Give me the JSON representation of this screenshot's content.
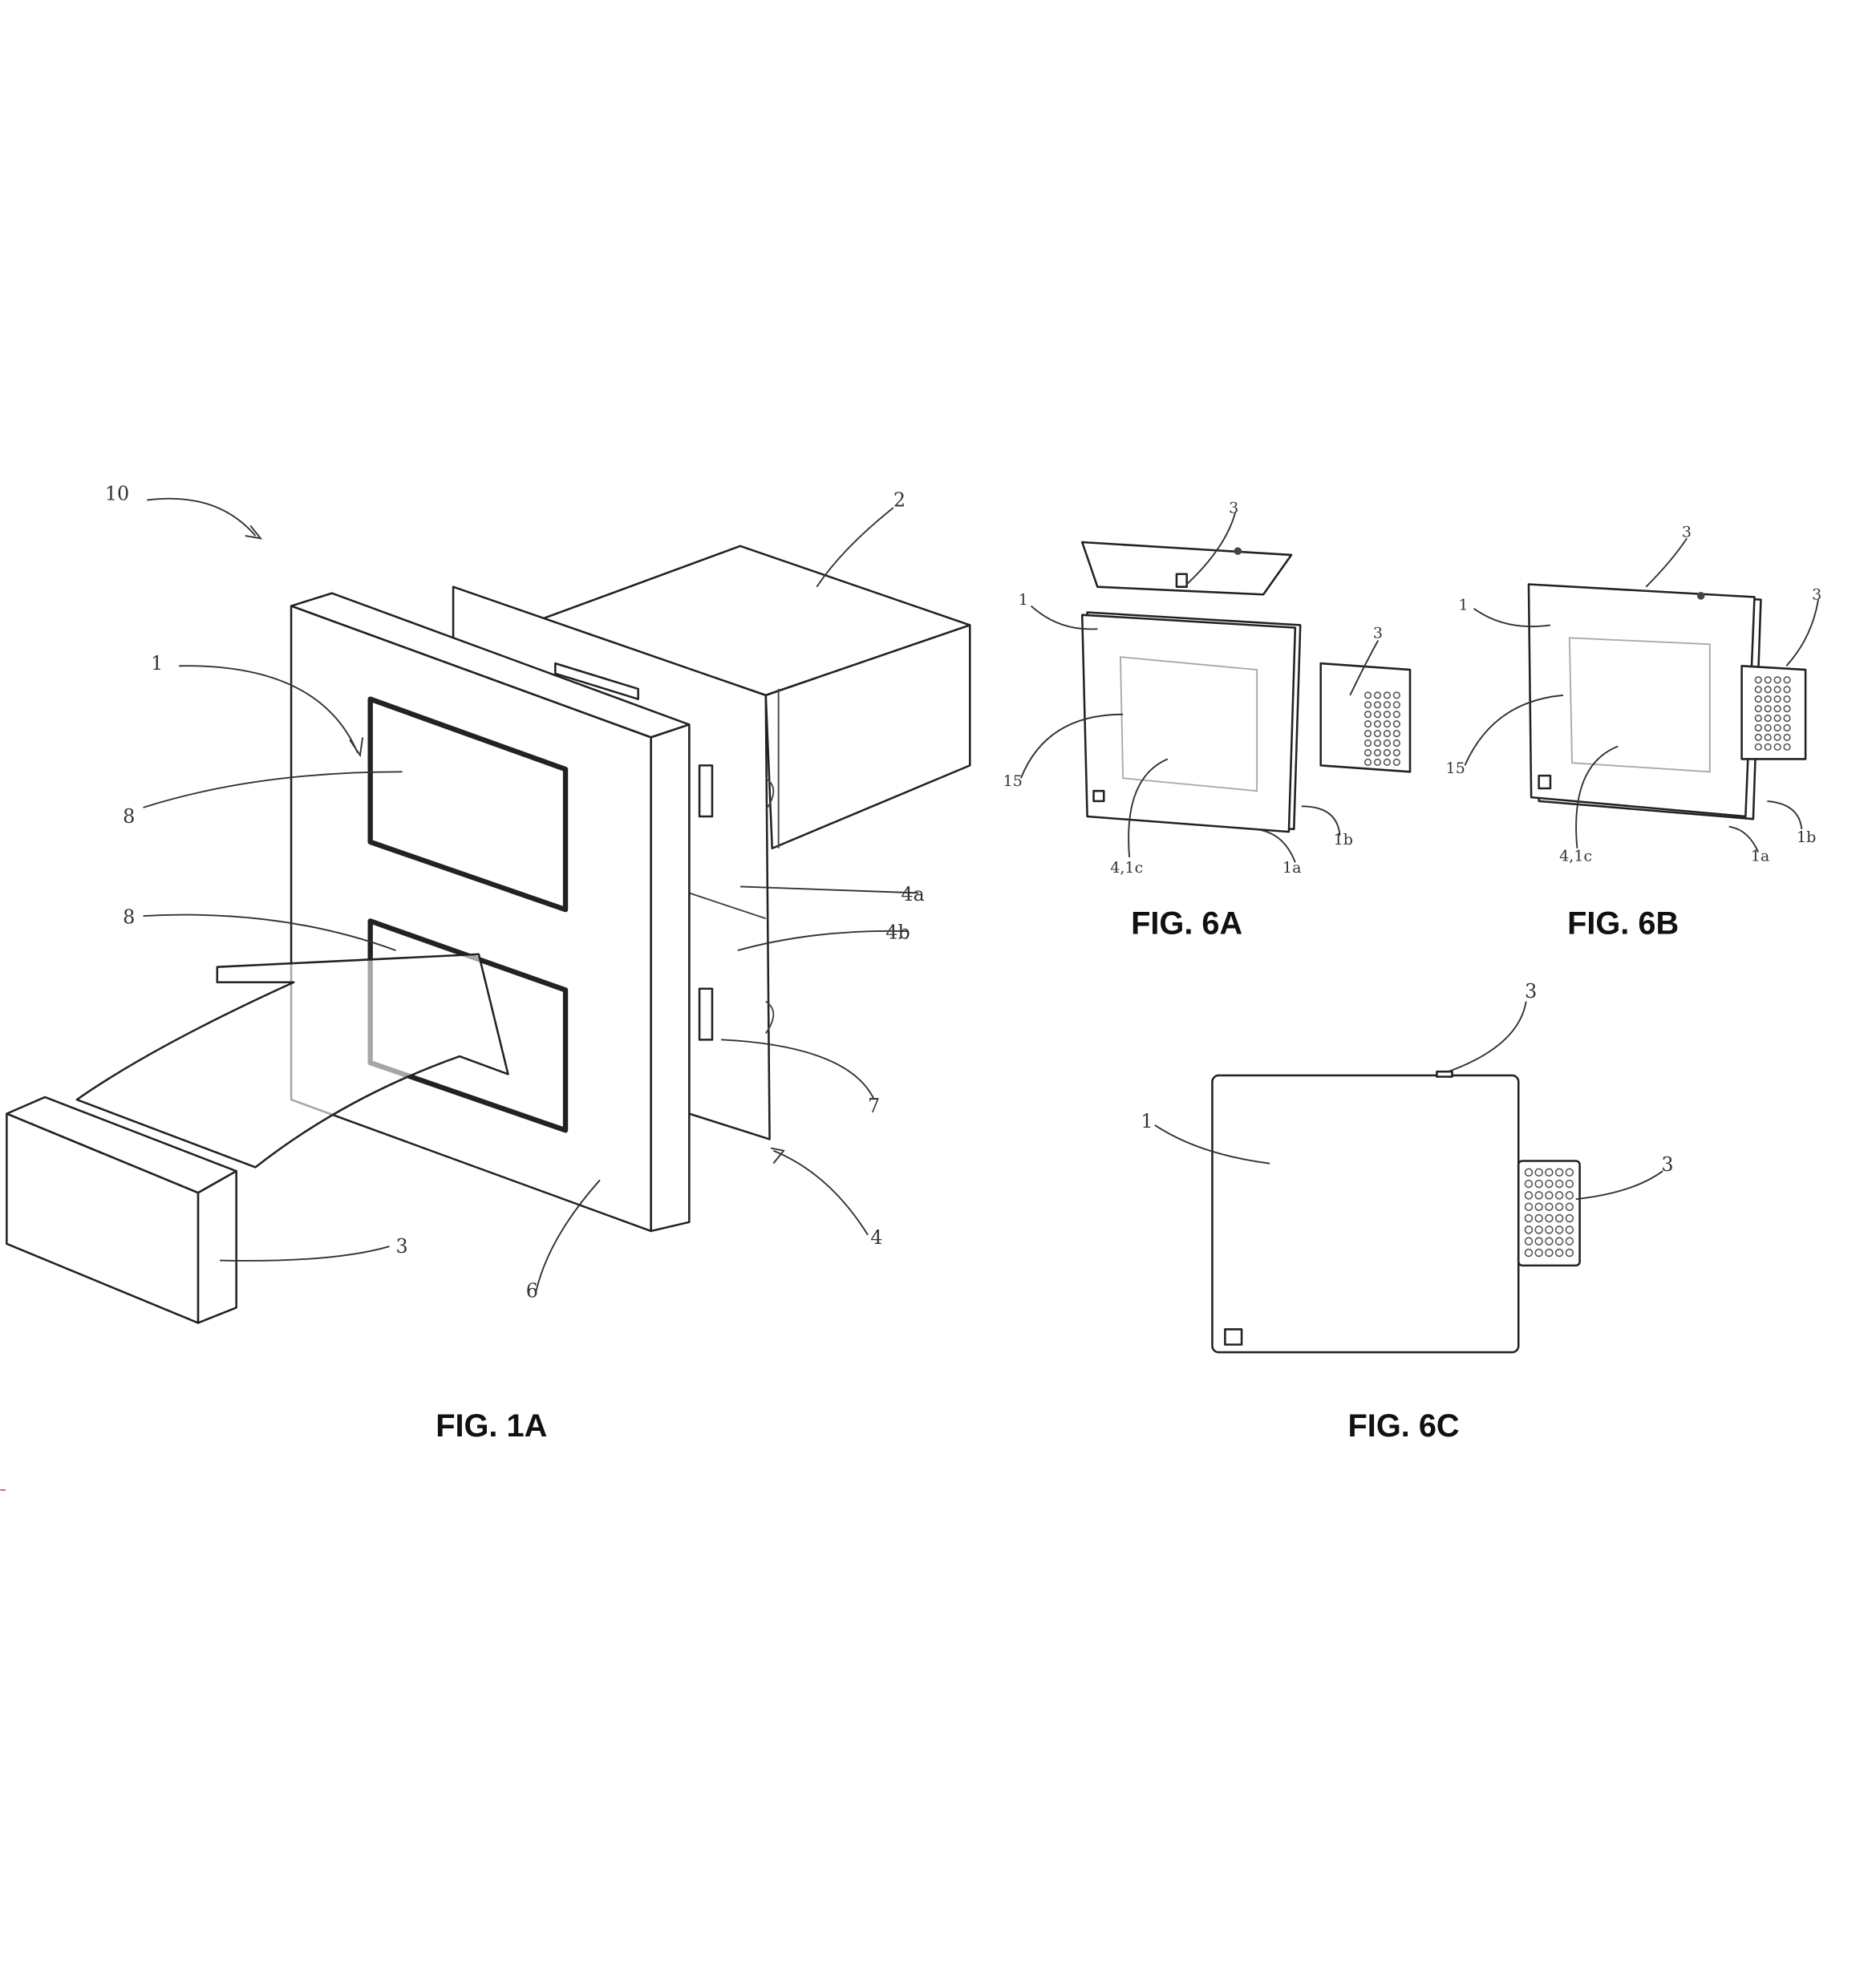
{
  "fig1a": {
    "caption": "FIG. 1A",
    "labels": {
      "assembly": "10",
      "housing": "2",
      "panel": "1",
      "window_top": "8",
      "window_bottom": "8",
      "part_4a": "4a",
      "part_4b": "4b",
      "clip": "7",
      "frame": "4",
      "plate": "6",
      "module": "3"
    }
  },
  "fig6a": {
    "caption": "FIG. 6A",
    "labels": {
      "top_module": "3",
      "panel": "1",
      "side_module": "3",
      "recess": "15",
      "center": "4,1c",
      "layer_a": "1a",
      "layer_b": "1b"
    }
  },
  "fig6b": {
    "caption": "FIG. 6B",
    "labels": {
      "top_module": "3",
      "panel": "1",
      "side_module": "3",
      "recess": "15",
      "center": "4,1c",
      "layer_a": "1a",
      "layer_b": "1b"
    }
  },
  "fig6c": {
    "caption": "FIG. 6C",
    "labels": {
      "top_module": "3",
      "panel": "1",
      "side_module": "3"
    }
  }
}
